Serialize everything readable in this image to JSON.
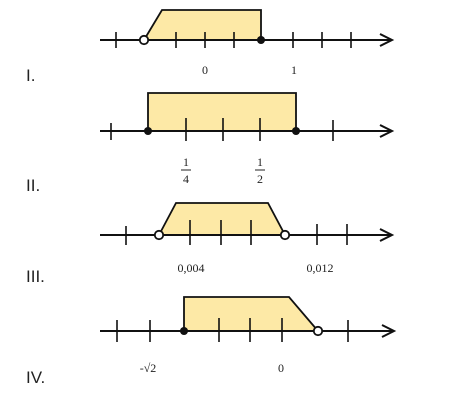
{
  "colors": {
    "region_fill": "#fde9a6",
    "line": "#111111",
    "text": "#222222"
  },
  "problems": [
    {
      "roman": "I.",
      "labels": [
        {
          "text": "0"
        },
        {
          "text": "1"
        }
      ],
      "endpoints": [
        "open",
        "closed"
      ]
    },
    {
      "roman": "II.",
      "labels": [
        {
          "type": "fraction",
          "num": "1",
          "den": "4"
        },
        {
          "type": "fraction",
          "num": "1",
          "den": "2"
        }
      ],
      "endpoints": [
        "closed",
        "closed"
      ]
    },
    {
      "roman": "III.",
      "labels": [
        {
          "text": "0,004"
        },
        {
          "text": "0,012"
        }
      ],
      "endpoints": [
        "open",
        "open"
      ]
    },
    {
      "roman": "IV.",
      "labels": [
        {
          "text": "-√2"
        },
        {
          "text": "0"
        }
      ],
      "endpoints": [
        "closed",
        "open"
      ]
    }
  ]
}
